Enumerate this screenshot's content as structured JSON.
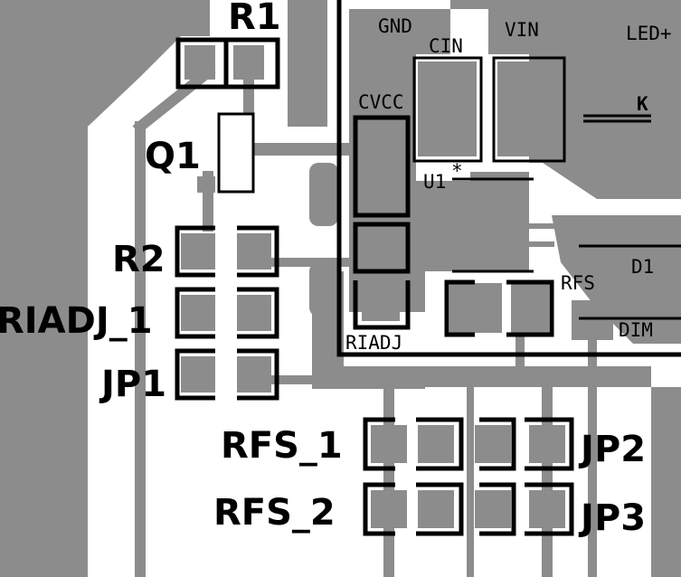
{
  "board": {
    "colors": {
      "copper": "#8c8c8c",
      "silkscreen": "#000000",
      "background": "#ffffff"
    },
    "labels": {
      "r1": "R1",
      "q1": "Q1",
      "r2": "R2",
      "riadj_1": "RIADJ_1",
      "jp1": "JP1",
      "rfs_1": "RFS_1",
      "rfs_2": "RFS_2",
      "jp2": "JP2",
      "jp3": "JP3",
      "gnd": "GND",
      "cin": "CIN",
      "vin": "VIN",
      "led_plus": "LED+",
      "k": "K",
      "cvcc": "CVCC",
      "u1": "U1",
      "d1": "D1",
      "rfs": "RFS",
      "dim": "DIM",
      "riadj": "RIADJ",
      "pin1_marker": "*"
    }
  }
}
